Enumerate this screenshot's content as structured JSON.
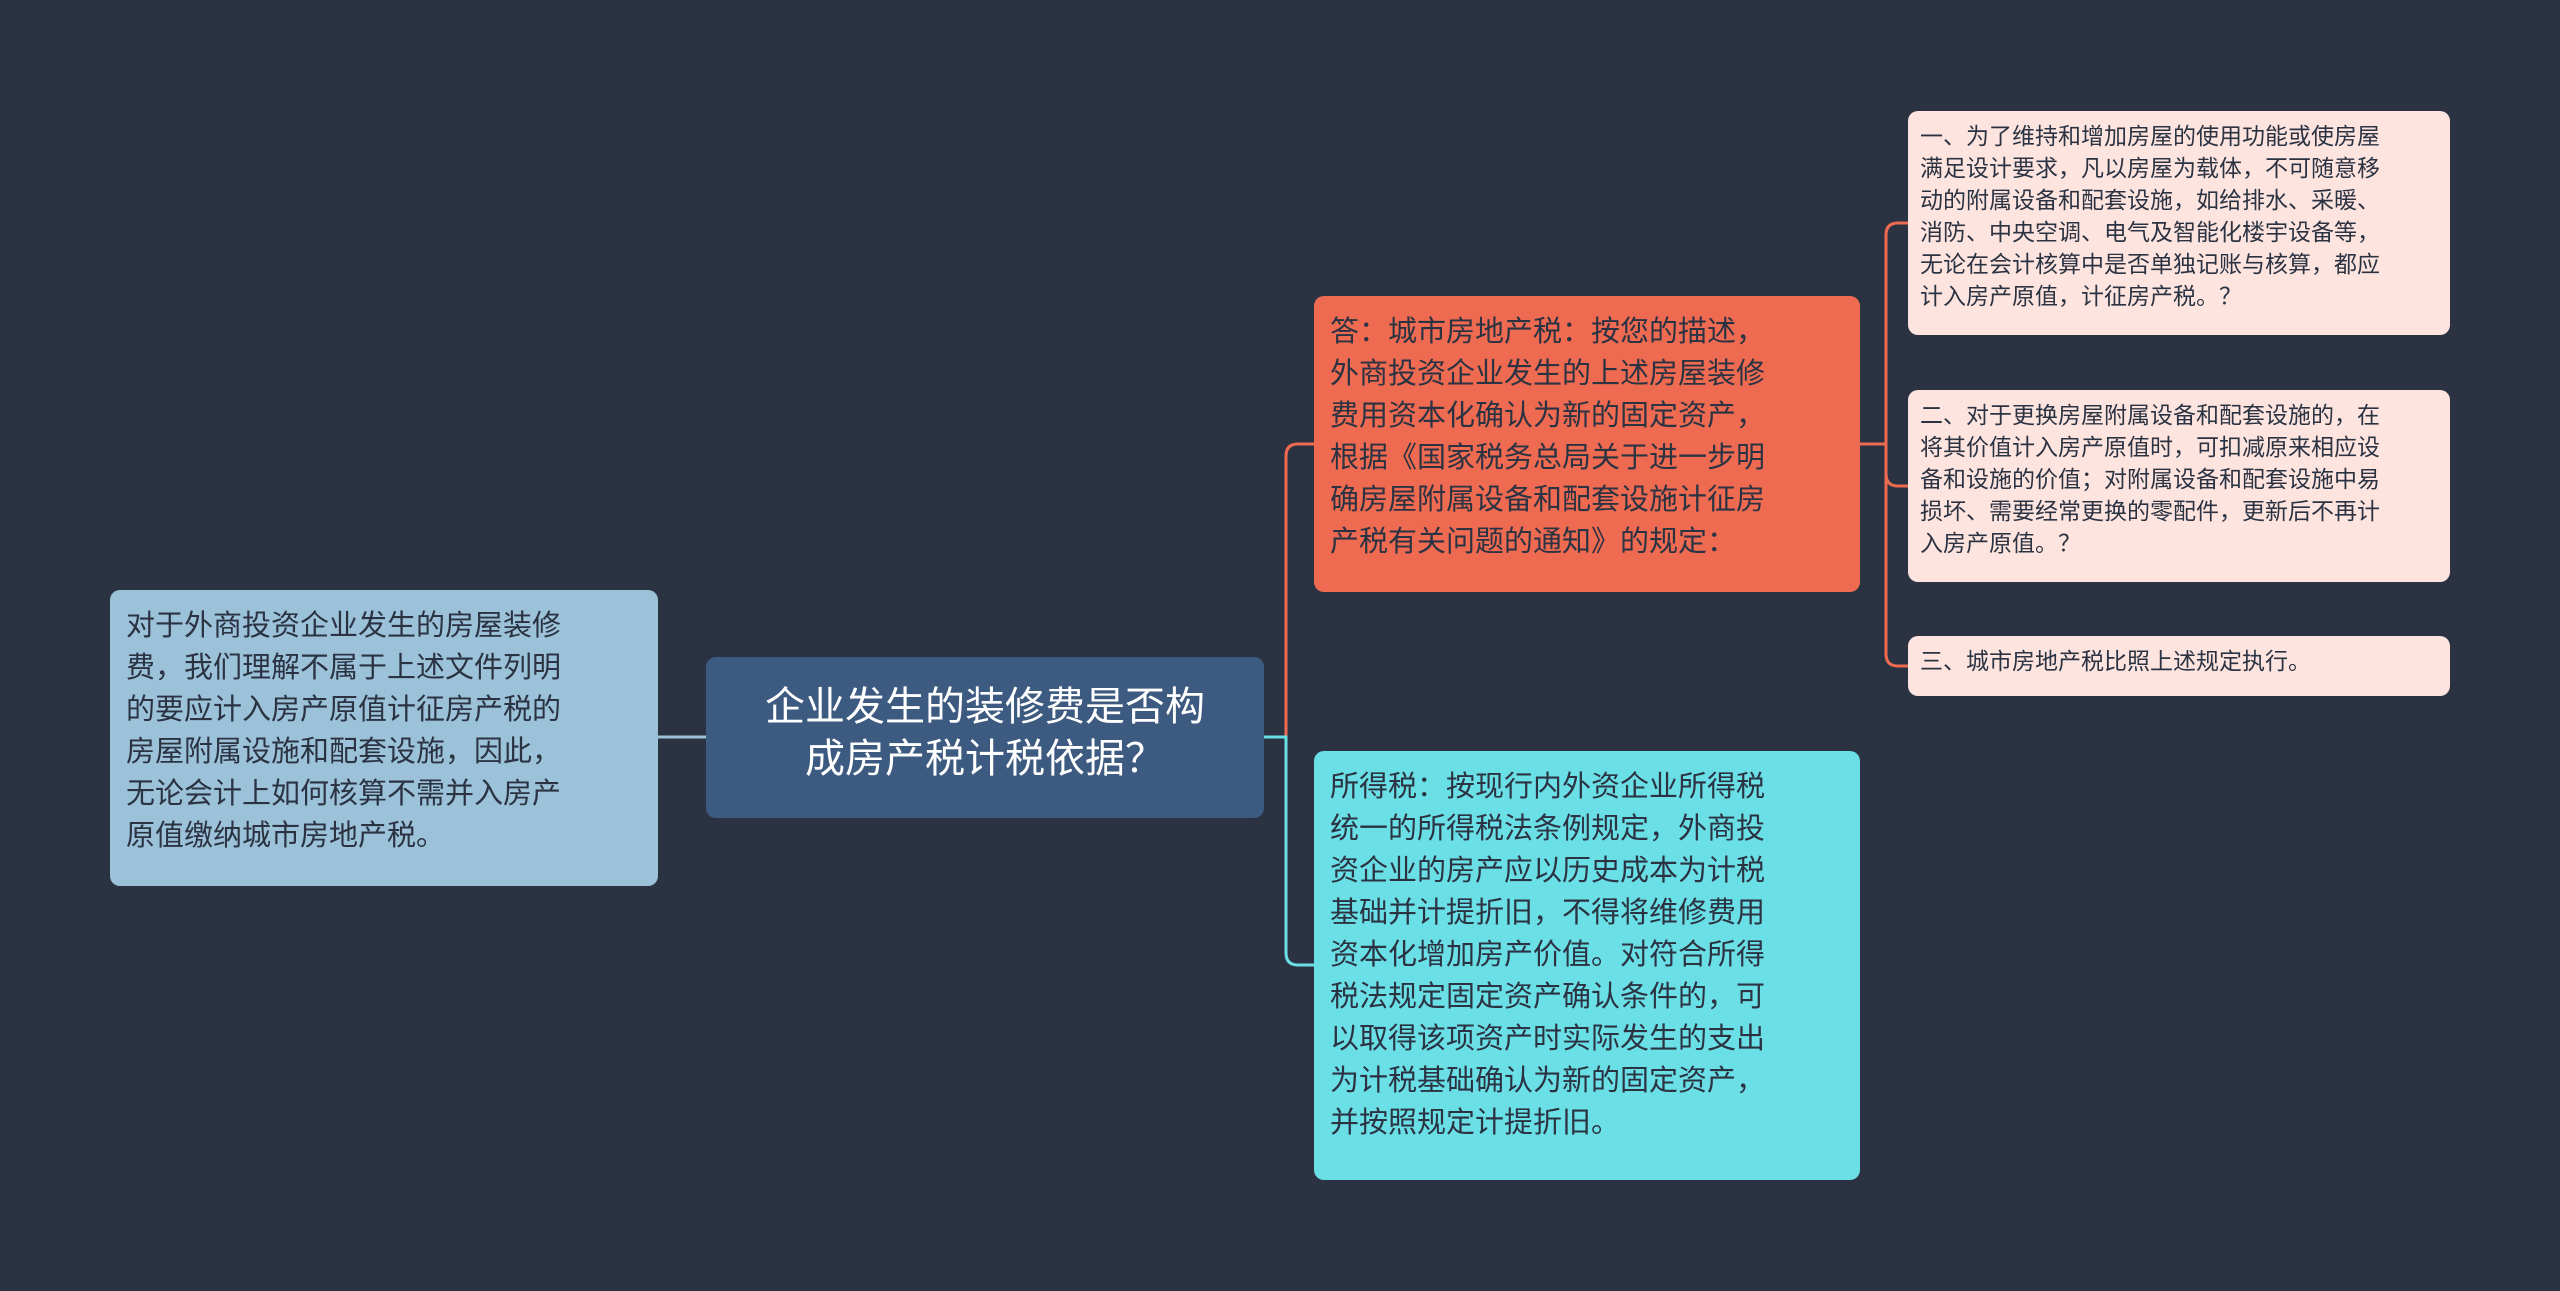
{
  "root": {
    "text": "企业发生的装修费是否构\n成房产税计税依据？"
  },
  "left_node": {
    "text": "对于外商投资企业发生的房屋装修\n费，我们理解不属于上述文件列明\n的要应计入房产原值计征房产税的\n房屋附属设施和配套设施，因此，\n无论会计上如何核算不需并入房产\n原值缴纳城市房地产税。"
  },
  "answer_node": {
    "text": "答：城市房地产税：按您的描述，\n外商投资企业发生的上述房屋装修\n费用资本化确认为新的固定资产，\n根据《国家税务总局关于进一步明\n确房屋附属设备和配套设施计征房\n产税有关问题的通知》的规定："
  },
  "income_tax_node": {
    "text": "所得税：按现行内外资企业所得税\n统一的所得税法条例规定，外商投\n资企业的房产应以历史成本为计税\n基础并计提折旧，不得将维修费用\n资本化增加房产价值。对符合所得\n税法规定固定资产确认条件的，可\n以取得该项资产时实际发生的支出\n为计税基础确认为新的固定资产，\n并按照规定计提折旧。"
  },
  "leaves": [
    {
      "text": "一、为了维持和增加房屋的使用功能或使房屋\n满足设计要求，凡以房屋为载体，不可随意移\n动的附属设备和配套设施，如给排水、采暖、\n消防、中央空调、电气及智能化楼宇设备等，\n无论在会计核算中是否单独记账与核算，都应\n计入房产原值，计征房产税。？"
    },
    {
      "text": "二、对于更换房屋附属设备和配套设施的，在\n将其价值计入房产原值时，可扣减原来相应设\n备和设施的价值；对附属设备和配套设施中易\n损坏、需要经常更换的零配件，更新后不再计\n入房产原值。？"
    },
    {
      "text": "三、城市房地产税比照上述规定执行。"
    }
  ],
  "colors": {
    "background": "#2b3343",
    "root": "#3d5a80",
    "left": "#9cc2d9",
    "answer": "#ee6a50",
    "income_tax": "#6bdfe6",
    "leaf": "#fde4df",
    "connector_left": "#9cc2d9",
    "connector_answer": "#ee6a50",
    "connector_income_tax": "#6bdfe6"
  }
}
